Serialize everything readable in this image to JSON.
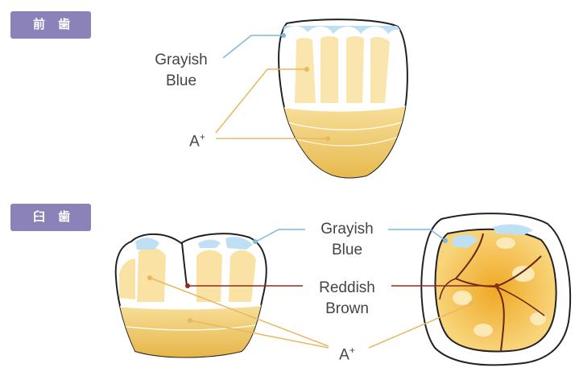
{
  "sections": {
    "anterior": {
      "title": "前 歯"
    },
    "posterior": {
      "title": "臼 歯"
    }
  },
  "labels": {
    "anterior_grayish_line1": "Grayish",
    "anterior_grayish_line2": "Blue",
    "anterior_a_plus": "A",
    "posterior_grayish_line1": "Grayish",
    "posterior_grayish_line2": "Blue",
    "posterior_reddish_line1": "Reddish",
    "posterior_reddish_line2": "Brown",
    "posterior_a_plus": "A"
  },
  "superscript": "+",
  "colors": {
    "badge": "#8b82b9",
    "text": "#444444",
    "grayish_blue_line": "#7fb8dc",
    "reddish_brown_line": "#8b2e1a",
    "a_plus_line": "#e8b860",
    "outline": "#222222"
  }
}
